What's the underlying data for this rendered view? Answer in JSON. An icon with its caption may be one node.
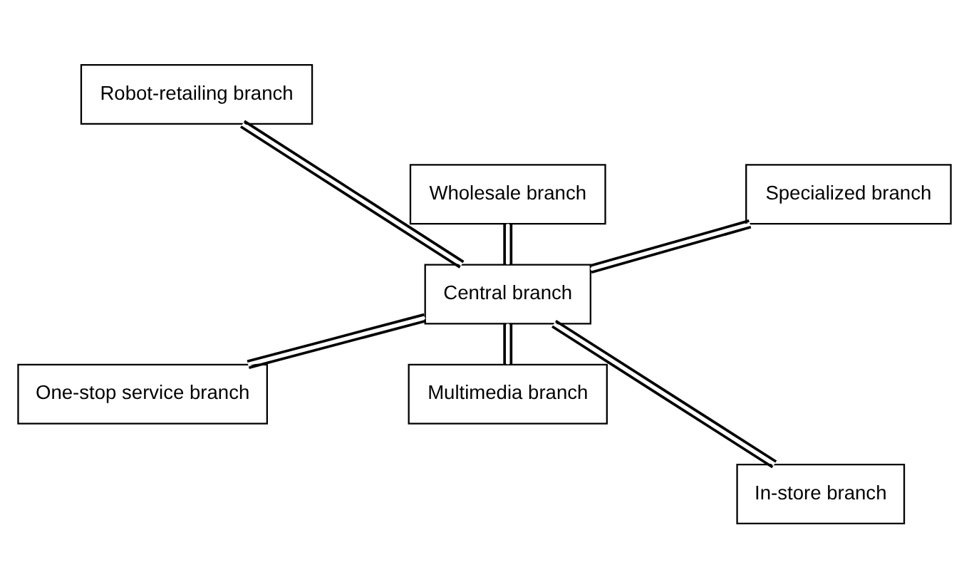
{
  "diagram": {
    "nodes": [
      {
        "text": [
          "Robot-retailing branch"
        ]
      },
      {
        "text": [
          "Wholesale branch"
        ]
      },
      {
        "text": [
          "Specialized branch"
        ]
      },
      {
        "text": [
          "Central branch"
        ]
      },
      {
        "text": [
          "One-stop service branch"
        ]
      },
      {
        "text": [
          "Multimedia branch"
        ]
      },
      {
        "text": [
          "In-store branch"
        ]
      }
    ],
    "edges": [
      {
        "from": 3,
        "to": 0,
        "arrow": "none"
      },
      {
        "from": 3,
        "to": 1,
        "arrow": "none"
      },
      {
        "from": 3,
        "to": 2,
        "arrow": "none"
      },
      {
        "from": 3,
        "to": 4,
        "arrow": "none"
      },
      {
        "from": 3,
        "to": 5,
        "arrow": "none"
      },
      {
        "from": 3,
        "to": 6,
        "arrow": "none"
      }
    ]
  }
}
